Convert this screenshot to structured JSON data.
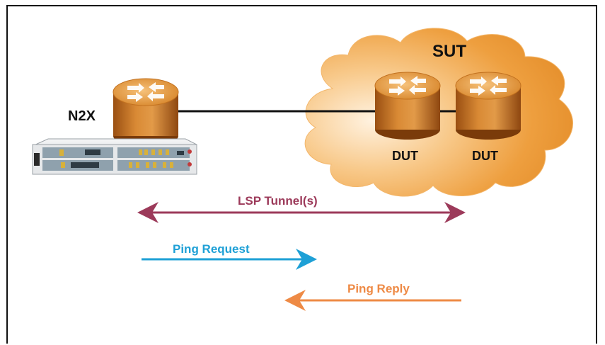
{
  "labels": {
    "tester": "N2X",
    "sut": "SUT",
    "dut_left": "DUT",
    "dut_right": "DUT",
    "lsp_tunnel": "LSP Tunnel(s)",
    "ping_request": "Ping Request",
    "ping_reply": "Ping Reply"
  },
  "colors": {
    "router_orange": "#c86f1c",
    "cloud_orange": "#e8922a",
    "lsp_arrow": "#9c3a5a",
    "ping_request_arrow": "#1ea0d6",
    "ping_reply_arrow": "#ee8a45",
    "link_line": "#111111"
  },
  "icons": {
    "router": "router-icon",
    "chassis": "test-chassis-icon",
    "cloud": "cloud-shape"
  }
}
